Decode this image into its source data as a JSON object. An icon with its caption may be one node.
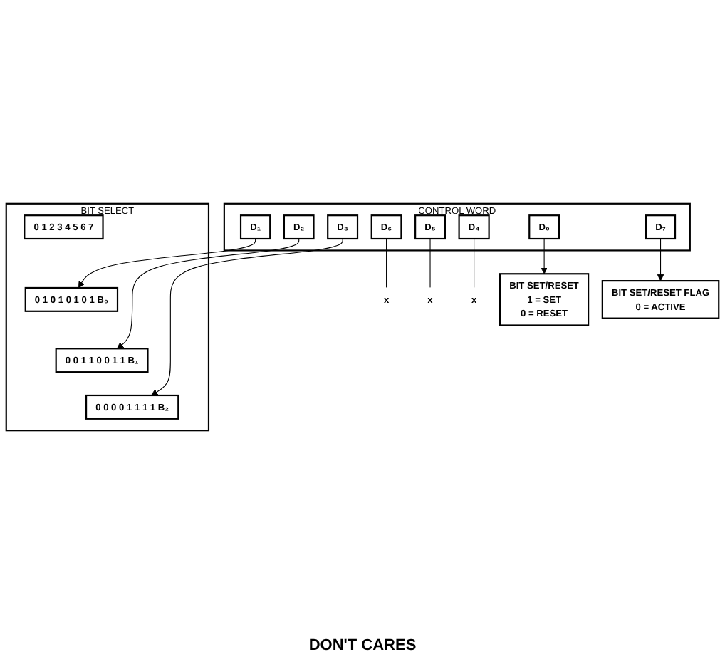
{
  "diagram": {
    "nodes": [
      {
        "text": [
          "CONTROL WORD"
        ]
      },
      {
        "text": [
          "D₇"
        ],
        "in": 0
      },
      {
        "text": [
          "D₆"
        ],
        "in": 0
      },
      {
        "text": [
          "D₅"
        ],
        "in": 0
      },
      {
        "text": [
          "D₄"
        ],
        "in": 0
      },
      {
        "text": [
          "D₃"
        ],
        "in": 0
      },
      {
        "text": [
          "D₂"
        ],
        "in": 0
      },
      {
        "text": [
          "D₁"
        ],
        "in": 0
      },
      {
        "text": [
          "D₀"
        ],
        "in": 0
      },
      {
        "text": [
          "x"
        ]
      },
      {
        "text": [
          "x"
        ]
      },
      {
        "text": [
          "x"
        ]
      },
      {
        "text": [
          "BIT SET/RESET",
          "1 = SET",
          "0 = RESET"
        ]
      },
      {
        "text": [
          "BIT SELECT"
        ]
      },
      {
        "text": [
          "0 1 2 3 4 5 6 7"
        ],
        "in": 13
      },
      {
        "text": [
          "0 1 0 1 0 1 0 1 B₀"
        ],
        "in": 13
      },
      {
        "text": [
          "0 0 1 1 0 0 1 1 B₁"
        ],
        "in": 13
      },
      {
        "text": [
          "0 0 0 0 1 1 1 1 B₂"
        ],
        "in": 13
      },
      {
        "text": [
          "BIT SET/RESET FLAG",
          "0 = ACTIVE"
        ]
      }
    ],
    "edges": [
      {
        "from": 1,
        "to": 18,
        "arrow": "to"
      },
      {
        "from": 2,
        "to": 9,
        "arrow": "none"
      },
      {
        "from": 3,
        "to": 10,
        "arrow": "none"
      },
      {
        "from": 4,
        "to": 11,
        "arrow": "none"
      },
      {
        "from": 5,
        "to": 17,
        "arrow": "to"
      },
      {
        "from": 6,
        "to": 16,
        "arrow": "to"
      },
      {
        "from": 7,
        "to": 15,
        "arrow": "to"
      },
      {
        "from": 8,
        "to": 12,
        "arrow": "to"
      }
    ],
    "labels": [
      "DON'T CARES"
    ]
  }
}
